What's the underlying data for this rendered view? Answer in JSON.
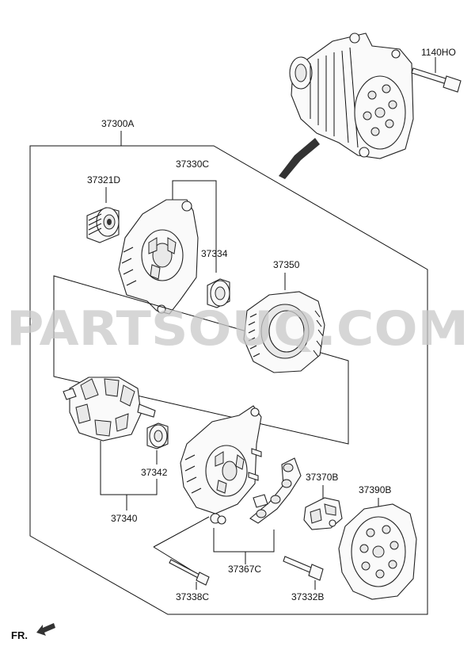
{
  "watermark": "PARTSOUQ.COM",
  "orientation_label": "FR.",
  "labels": {
    "part_1140HO": "1140HO",
    "part_37300A": "37300A",
    "part_37321D": "37321D",
    "part_37330C": "37330C",
    "part_37334": "37334",
    "part_37350": "37350",
    "part_37342": "37342",
    "part_37340": "37340",
    "part_37370B": "37370B",
    "part_37390B": "37390B",
    "part_37367C": "37367C",
    "part_37338C": "37338C",
    "part_37332B": "37332B"
  }
}
